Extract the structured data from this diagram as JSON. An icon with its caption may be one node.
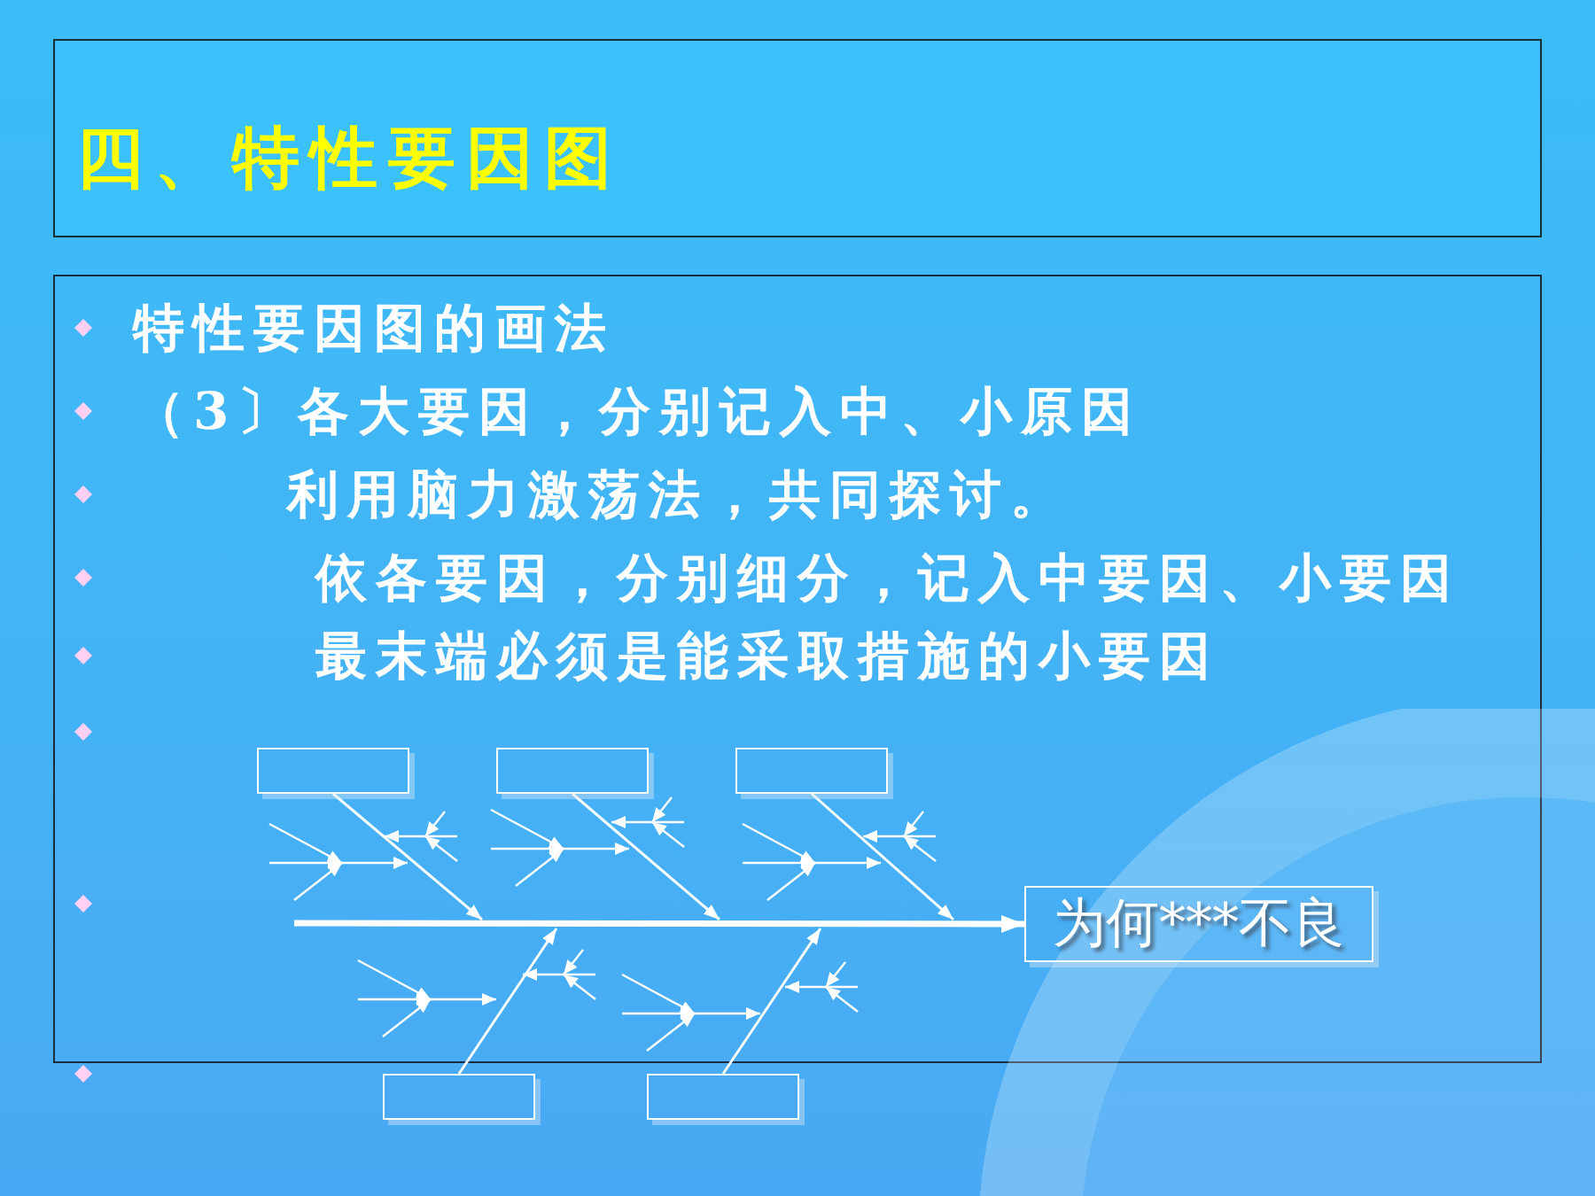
{
  "diagram": {
    "title": "四、特性要因图",
    "nodes": [
      {
        "text": [],
        "shape": "box"
      },
      {
        "text": [],
        "shape": "box"
      },
      {
        "text": [],
        "shape": "box"
      },
      {
        "text": [
          "为何***不良"
        ]
      },
      {
        "text": [],
        "shape": "box"
      },
      {
        "text": [],
        "shape": "box"
      }
    ],
    "edges": [
      {
        "from": 0,
        "to": null,
        "arrow": "to"
      },
      {
        "from": 1,
        "to": null,
        "arrow": "to"
      },
      {
        "from": 2,
        "to": null,
        "arrow": "to"
      },
      {
        "from": 4,
        "to": null,
        "arrow": "to"
      },
      {
        "from": 5,
        "to": null,
        "arrow": "to"
      },
      {
        "from": null,
        "to": 3,
        "arrow": "to",
        "style": "thick"
      }
    ],
    "labels": [
      "特性要因图的画法",
      "（3〕各大要因，分别记入中、小原因",
      "利用脑力激荡法，共同探讨。",
      "依各要因，分别细分，记入中要因、小要因",
      "最末端必须是能采取措施的小要因"
    ]
  }
}
